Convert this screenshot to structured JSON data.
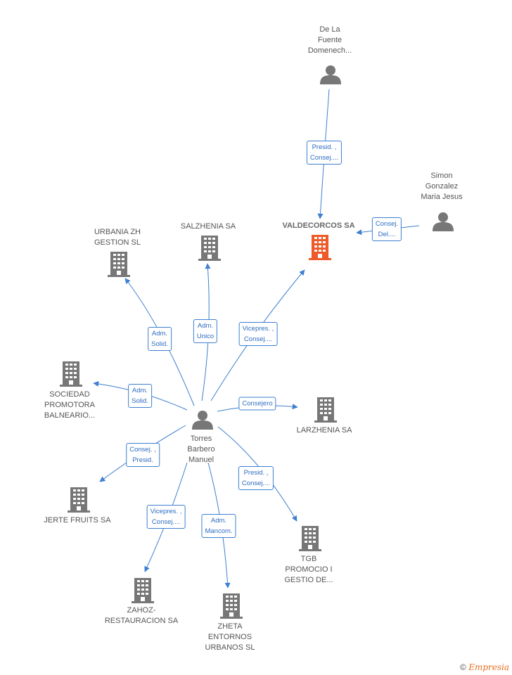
{
  "colors": {
    "edge": "#3d7fd0",
    "icon": "#777777",
    "focus_icon": "#f05a28",
    "label_text": "#555555"
  },
  "nodes": {
    "valdecorcos": {
      "label": "VALDECORCOS SA",
      "type": "company",
      "focus": true
    },
    "urbania": {
      "label": "URBANIA ZH\nGESTION SL",
      "type": "company"
    },
    "salzhenia": {
      "label": "SALZHENIA SA",
      "type": "company"
    },
    "sociedad": {
      "label": "SOCIEDAD\nPROMOTORA\nBALNEARIO...",
      "type": "company"
    },
    "larzhenia": {
      "label": "LARZHENIA SA",
      "type": "company"
    },
    "jerte": {
      "label": "JERTE FRUITS SA",
      "type": "company"
    },
    "tgb": {
      "label": "TGB\nPROMOCIO I\nGESTIO DE...",
      "type": "company"
    },
    "zahoz": {
      "label": "ZAHOZ-\nRESTAURACION SA",
      "type": "company"
    },
    "zheta": {
      "label": "ZHETA\nENTORNOS\nURBANOS SL",
      "type": "company"
    },
    "delafuente": {
      "label": "De La\nFuente\nDomenech...",
      "type": "person"
    },
    "simon": {
      "label": "Simon\nGonzalez\nMaria Jesus",
      "type": "person"
    },
    "torres": {
      "label": "Torres\nBarbero\nManuel",
      "type": "person"
    }
  },
  "edges": {
    "delafuente_valdecorcos": "Presid. ,\nConsej....",
    "simon_valdecorcos": "Consej.\nDel....",
    "torres_urbania": "Adm.\nSolid.",
    "torres_salzhenia": "Adm.\nUnico",
    "torres_valdecorcos": "Vicepres. ,\nConsej....",
    "torres_sociedad": "Adm.\nSolid.",
    "torres_larzhenia": "Consejero",
    "torres_jerte": "Consej. ,\nPresid.",
    "torres_tgb": "Presid. ,\nConsej....",
    "torres_zahoz": "Vicepres. ,\nConsej....",
    "torres_zheta": "Adm.\nMancom."
  },
  "footer": {
    "copyright": "©",
    "brand": "Empresia"
  }
}
